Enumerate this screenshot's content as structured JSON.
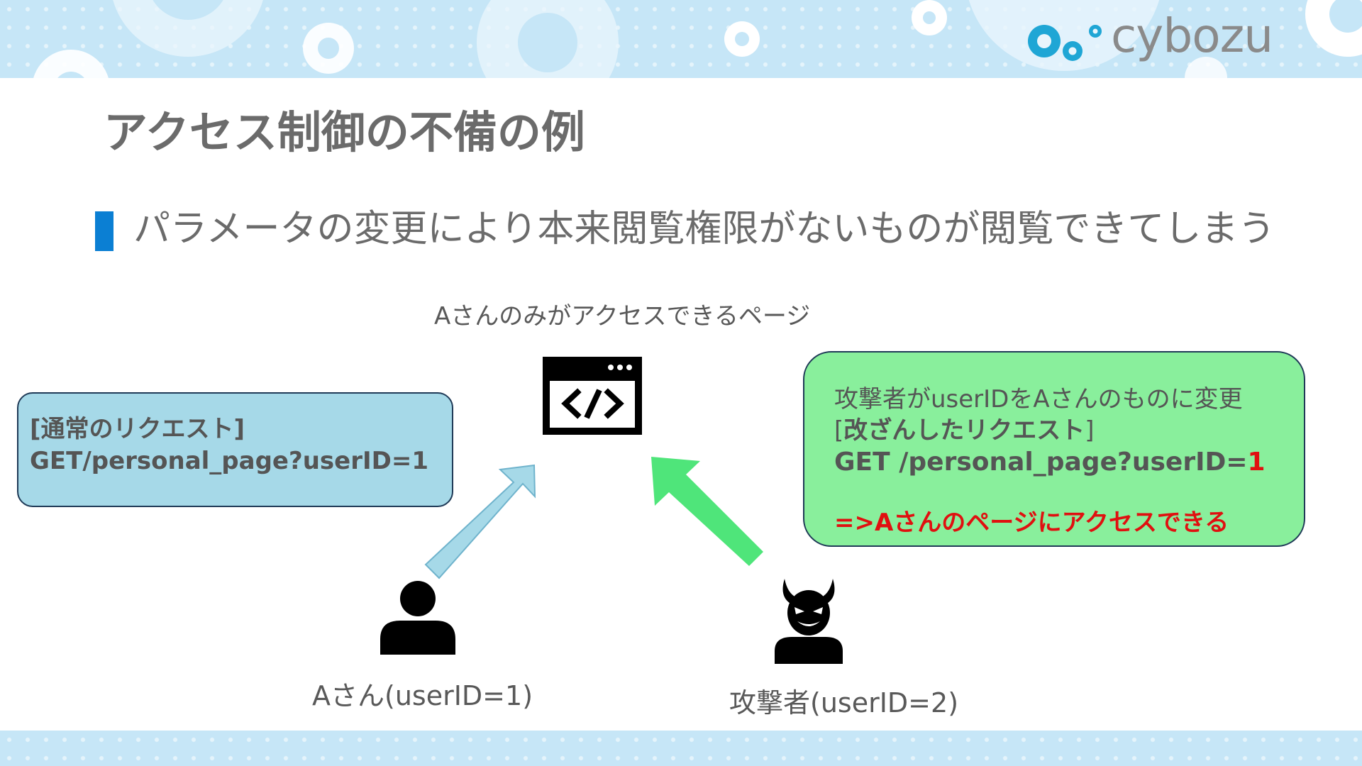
{
  "brand": {
    "logo_text": "cybozu",
    "accent_color": "#0b7fd3",
    "header_color": "#c6e6f7"
  },
  "slide": {
    "title": "アクセス制御の不備の例",
    "bullet": "パラメータの変更により本来閲覧権限がないものが閲覧できてしまう"
  },
  "diagram": {
    "page_caption": "Aさんのみがアクセスできるページ",
    "page_icon": "code-window-icon",
    "normal_request": {
      "heading": "[通常のリクエスト]",
      "request": "GET/personal_page?userID=1",
      "fill_color": "#a6d9e8"
    },
    "attack_request": {
      "description": "攻撃者がuserIDをAさんのものに変更",
      "heading_open": "[",
      "heading_bold": "改ざんしたリクエスト",
      "heading_close": "]",
      "request_prefix": "GET /personal_page?userID=",
      "request_value": "1",
      "result": "=>Aさんのページにアクセスできる",
      "fill_color": "#89ef9c",
      "highlight_color": "#e01010"
    },
    "user_a": {
      "label": "Aさん(userID=1)",
      "icon": "person-icon",
      "arrow_color": "#a6d9e8"
    },
    "attacker": {
      "label": "攻撃者(userID=2)",
      "icon": "devil-icon",
      "arrow_color": "#4fe57a"
    }
  }
}
